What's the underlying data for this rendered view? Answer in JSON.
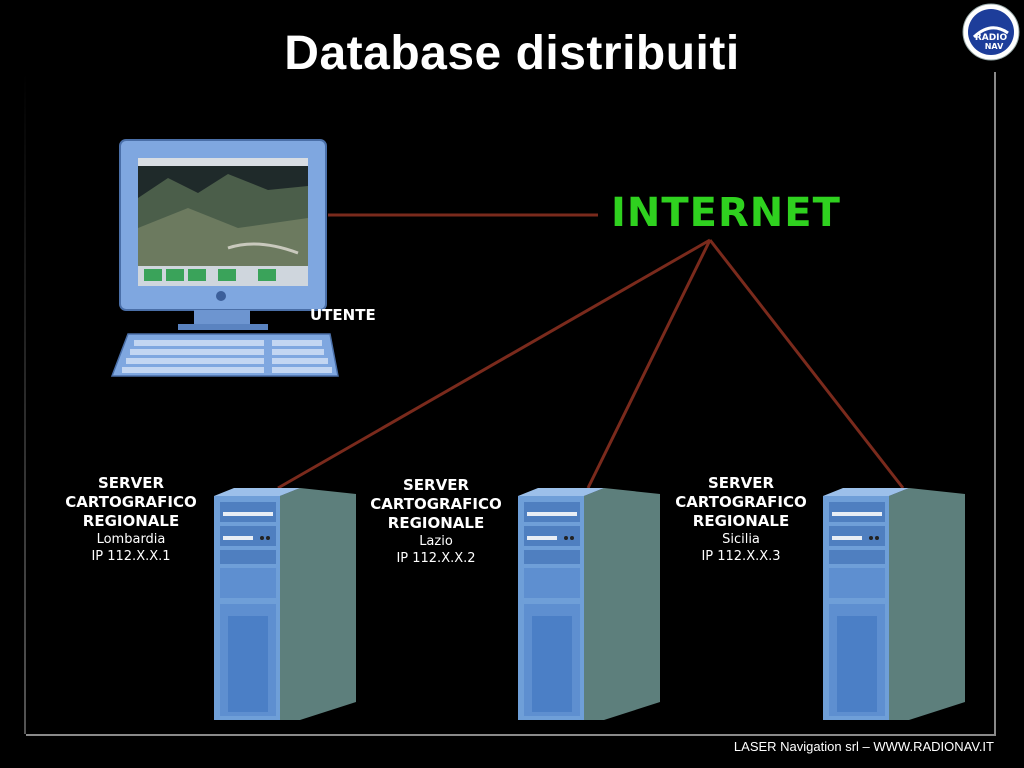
{
  "title": "Database distribuiti",
  "internet_label": "INTERNET",
  "user_label": "UTENTE",
  "logo": {
    "icon": "radionav-logo-icon",
    "text": "RADIO NAV"
  },
  "servers": [
    {
      "line1": "SERVER",
      "line2": "CARTOGRAFICO",
      "line3": "REGIONALE",
      "region": "Lombardia",
      "ip": "IP 112.X.X.1"
    },
    {
      "line1": "SERVER",
      "line2": "CARTOGRAFICO",
      "line3": "REGIONALE",
      "region": "Lazio",
      "ip": "IP 112.X.X.2"
    },
    {
      "line1": "SERVER",
      "line2": "CARTOGRAFICO",
      "line3": "REGIONALE",
      "region": "Sicilia",
      "ip": "IP 112.X.X.3"
    }
  ],
  "footer": "LASER Navigation srl – WWW.RADIONAV.IT",
  "colors": {
    "internet": "#2fd11f",
    "link_line": "#7a2a1c",
    "background": "#000000",
    "server_body": "#6f9fd8"
  }
}
